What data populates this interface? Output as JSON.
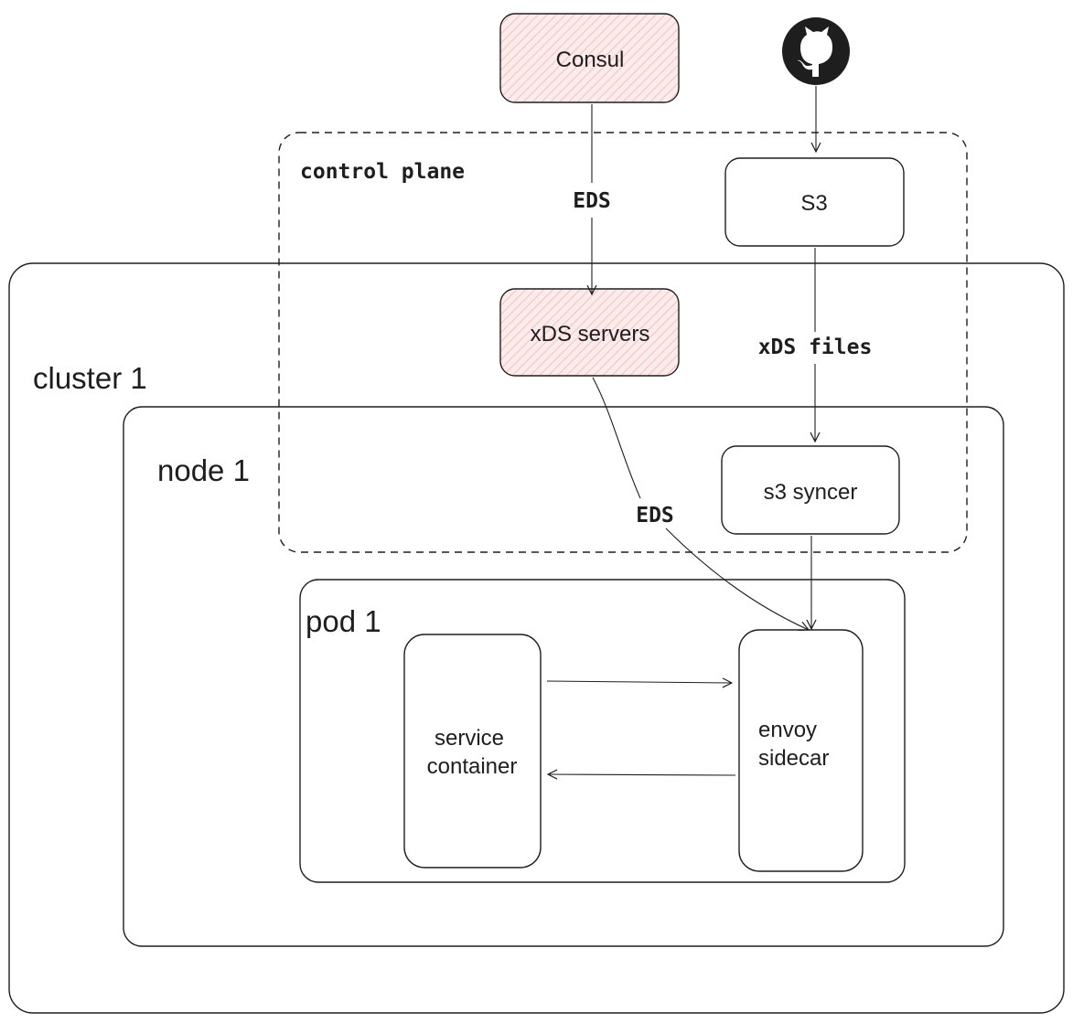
{
  "containers": {
    "cluster": "cluster 1",
    "node": "node 1",
    "pod": "pod 1",
    "control_plane": "control plane"
  },
  "nodes": {
    "consul": "Consul",
    "s3": "S3",
    "xds_servers": "xDS servers",
    "s3_syncer": "s3 syncer",
    "service_container_line1": "service",
    "service_container_line2": "container",
    "envoy_sidecar_line1": "envoy",
    "envoy_sidecar_line2": "sidecar"
  },
  "edges": {
    "consul_to_xds": "EDS",
    "s3_to_syncer": "xDS files",
    "xds_to_envoy": "EDS"
  },
  "icons": {
    "source": "github-icon"
  },
  "colors": {
    "highlight_fill": "#fbe3e3",
    "highlight_hatch": "#f0a6a6",
    "stroke": "#1e1e1e"
  }
}
